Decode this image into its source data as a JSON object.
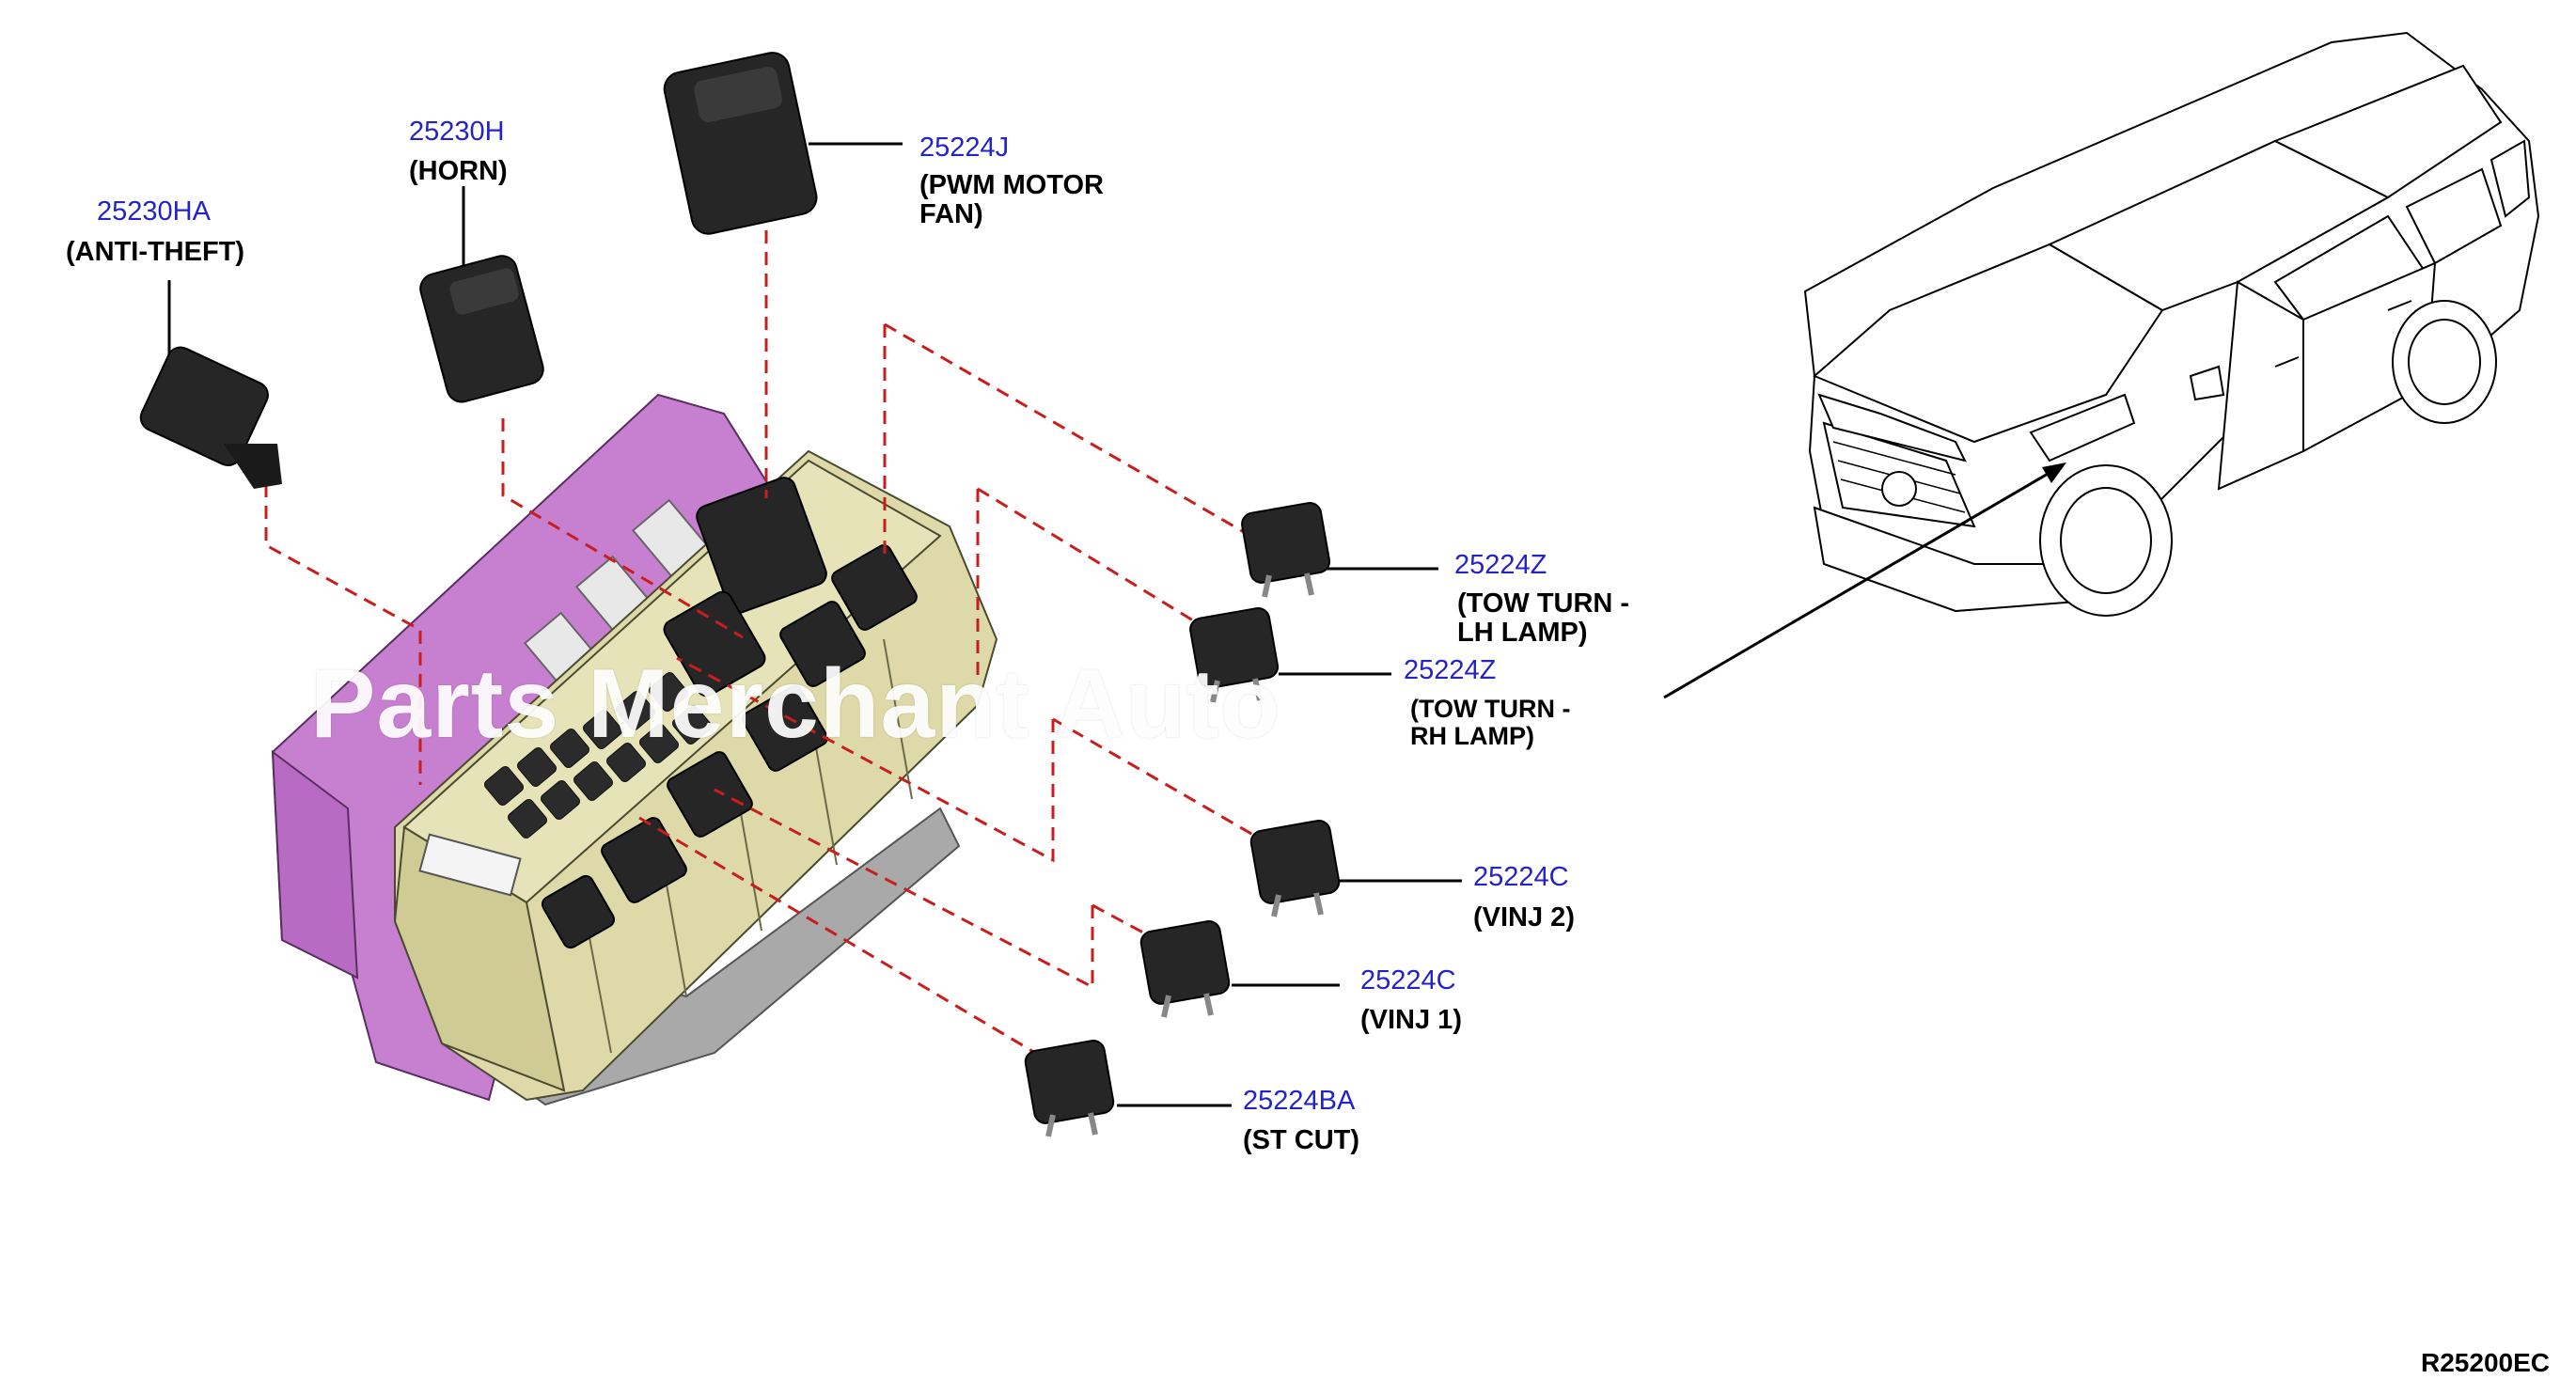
{
  "parts": [
    {
      "number": "25230HA",
      "desc": "(ANTI-THEFT)"
    },
    {
      "number": "25230H",
      "desc": "(HORN)"
    },
    {
      "number": "25224J",
      "desc_lines": [
        "(PWM MOTOR",
        "FAN)"
      ]
    },
    {
      "number": "25224Z",
      "desc_lines": [
        "(TOW TURN -",
        "LH LAMP)"
      ]
    },
    {
      "number": "25224Z",
      "desc_lines": [
        "(TOW TURN -",
        "RH LAMP)"
      ]
    },
    {
      "number": "25224C",
      "desc": "(VINJ 2)"
    },
    {
      "number": "25224C",
      "desc": "(VINJ 1)"
    },
    {
      "number": "25224BA",
      "desc": "(ST CUT)"
    }
  ],
  "watermark": "Parts Merchant Auto",
  "diagram_ref": "R25200EC",
  "colors": {
    "part_number": "#2323c8",
    "leader_dash": "#c81e1e",
    "fuse_box_frame": "#c77fd0",
    "fuse_box_body": "#ddd9a8",
    "relay": "#262626"
  }
}
